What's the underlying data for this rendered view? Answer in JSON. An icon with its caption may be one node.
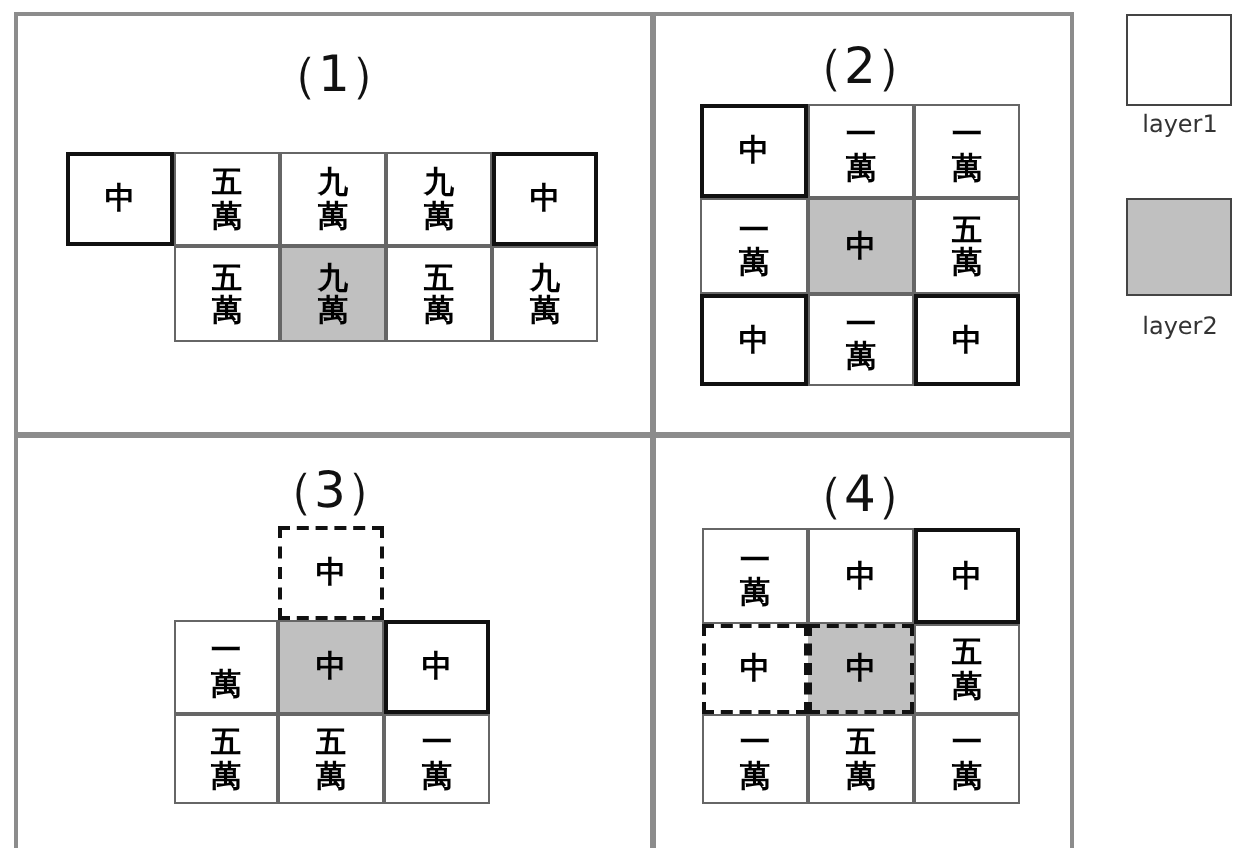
{
  "diagram": {
    "nodes": [
      {
        "text": [
          "（1）"
        ]
      },
      {
        "text": [
          "中"
        ],
        "in": 0
      },
      {
        "text": [
          "五萬"
        ],
        "in": 0
      },
      {
        "text": [
          "九萬"
        ],
        "in": 0
      },
      {
        "text": [
          "九萬"
        ],
        "in": 0
      },
      {
        "text": [
          "中"
        ],
        "in": 0
      },
      {
        "text": [
          "五萬"
        ],
        "in": 0
      },
      {
        "text": [
          "九萬"
        ],
        "in": 0
      },
      {
        "text": [
          "五萬"
        ],
        "in": 0
      },
      {
        "text": [
          "九萬"
        ],
        "in": 0
      },
      {
        "text": [
          "（2）"
        ]
      },
      {
        "text": [
          "中"
        ],
        "in": 10
      },
      {
        "text": [
          "一萬"
        ],
        "in": 10
      },
      {
        "text": [
          "一萬"
        ],
        "in": 10
      },
      {
        "text": [
          "一萬"
        ],
        "in": 10
      },
      {
        "text": [
          "中"
        ],
        "in": 10
      },
      {
        "text": [
          "五萬"
        ],
        "in": 10
      },
      {
        "text": [
          "中"
        ],
        "in": 10
      },
      {
        "text": [
          "一萬"
        ],
        "in": 10
      },
      {
        "text": [
          "中"
        ],
        "in": 10
      },
      {
        "text": [
          "（3）"
        ]
      },
      {
        "text": [
          "中"
        ],
        "in": 20
      },
      {
        "text": [
          "一萬"
        ],
        "in": 20
      },
      {
        "text": [
          "中"
        ],
        "in": 20
      },
      {
        "text": [
          "中"
        ],
        "in": 20
      },
      {
        "text": [
          "五萬"
        ],
        "in": 20
      },
      {
        "text": [
          "五萬"
        ],
        "in": 20
      },
      {
        "text": [
          "一萬"
        ],
        "in": 20
      },
      {
        "text": [
          "（4）"
        ]
      },
      {
        "text": [
          "一萬"
        ],
        "in": 28
      },
      {
        "text": [
          "中"
        ],
        "in": 28
      },
      {
        "text": [
          "中"
        ],
        "in": 28
      },
      {
        "text": [
          "中"
        ],
        "in": 28
      },
      {
        "text": [
          "中"
        ],
        "in": 28
      },
      {
        "text": [
          "五萬"
        ],
        "in": 28
      },
      {
        "text": [
          "一萬"
        ],
        "in": 28
      },
      {
        "text": [
          "五萬"
        ],
        "in": 28
      },
      {
        "text": [
          "一萬"
        ],
        "in": 28
      }
    ],
    "legend": [
      {
        "text": "layer1",
        "color": "#ffffff"
      },
      {
        "text": "layer2",
        "color": "#c0c0c0"
      }
    ]
  }
}
